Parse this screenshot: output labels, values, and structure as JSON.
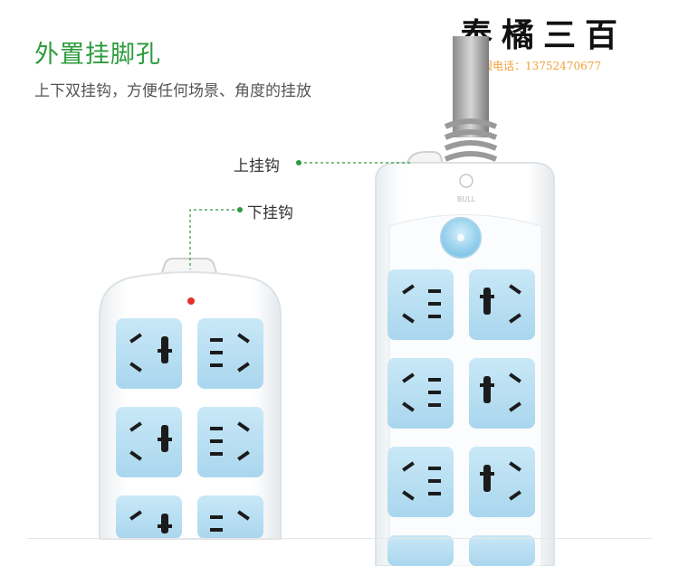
{
  "heading": {
    "title": "外置挂脚孔",
    "subtitle": "上下双挂钩，方便任何场景、角度的挂放"
  },
  "brand": {
    "name": "奉橘三百",
    "phone": "客服电话：13752470677"
  },
  "callouts": {
    "top_hook": "上挂钩",
    "bottom_hook": "下挂钩"
  },
  "product": {
    "logo_text": "BULL"
  },
  "colors": {
    "accent_green": "#2c9b3c",
    "socket_blue": "#bfe2f4",
    "phone_orange": "#f0a23a"
  }
}
